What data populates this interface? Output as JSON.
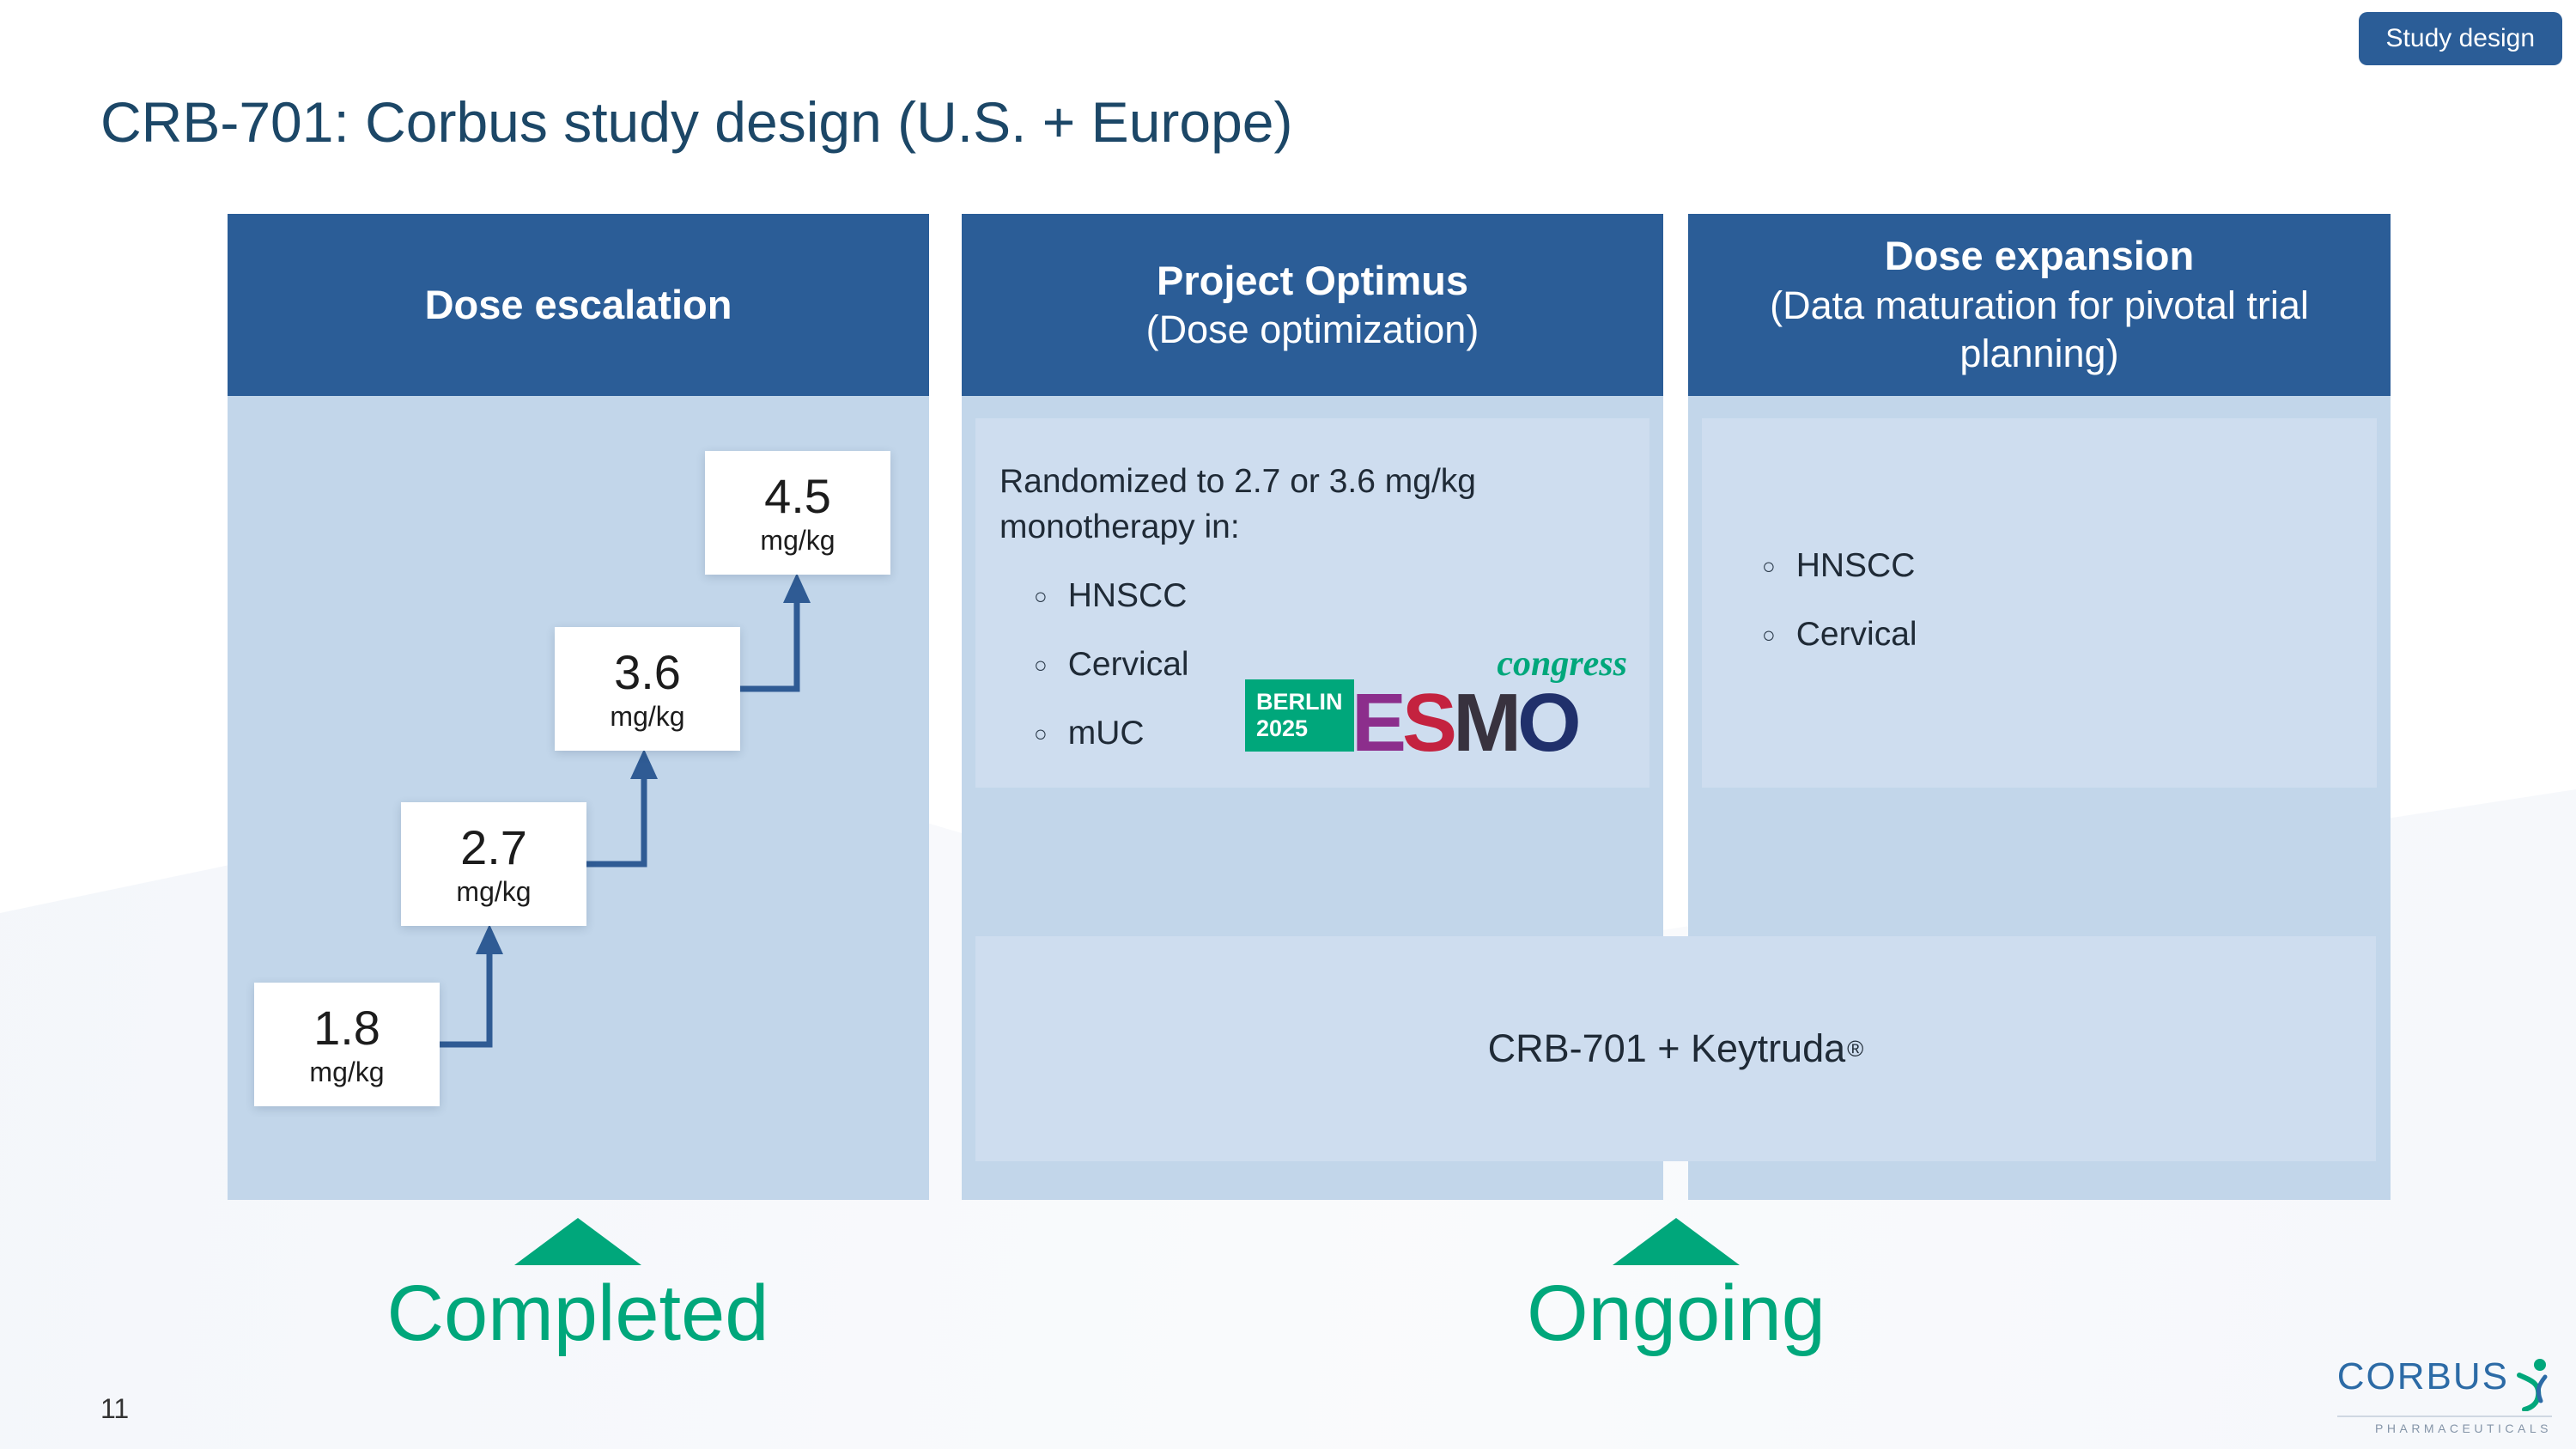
{
  "colors": {
    "header_blue": "#2B5D97",
    "panel_blue": "#C2D6EA",
    "inner_blue": "#CEDDEF",
    "green": "#00A77B",
    "title_navy": "#1C4767",
    "arrow_blue": "#2F5B94",
    "text_dark": "#1F2A36",
    "esmo_e": "#8C2E8C",
    "esmo_s": "#C4223F",
    "esmo_m": "#38323E",
    "esmo_o": "#20306B",
    "logo_blue": "#2C6BA6",
    "logo_gray": "#8595A8"
  },
  "badge": {
    "label": "Study design"
  },
  "title": "CRB-701: Corbus study design (U.S. + Europe)",
  "panels": {
    "dose_escalation": {
      "header": "Dose escalation",
      "doses": [
        {
          "value": "1.8",
          "unit": "mg/kg"
        },
        {
          "value": "2.7",
          "unit": "mg/kg"
        },
        {
          "value": "3.6",
          "unit": "mg/kg"
        },
        {
          "value": "4.5",
          "unit": "mg/kg"
        }
      ]
    },
    "project_optimus": {
      "header_line1": "Project Optimus",
      "header_line2": "(Dose optimization)",
      "intro": "Randomized to 2.7 or 3.6 mg/kg monotherapy in:",
      "bullets": [
        "HNSCC",
        "Cervical",
        "mUC"
      ],
      "status": "Completed",
      "esmo": {
        "berlin_line1": "BERLIN",
        "berlin_line2": "2025",
        "letters": [
          "E",
          "S",
          "M",
          "O"
        ],
        "congress": "congress"
      }
    },
    "dose_expansion": {
      "header_line1": "Dose expansion",
      "header_line2": "(Data maturation for pivotal trial planning)",
      "bullets": [
        "HNSCC",
        "Cervical"
      ],
      "status": "Ongoing"
    },
    "combo_bar": {
      "label": "CRB-701 + Keytruda",
      "registered": "®"
    }
  },
  "bottom": {
    "left_status": "Completed",
    "right_status": "Ongoing"
  },
  "page_number": "11",
  "logo": {
    "name": "CORBUS",
    "sub": "PHARMACEUTICALS"
  }
}
